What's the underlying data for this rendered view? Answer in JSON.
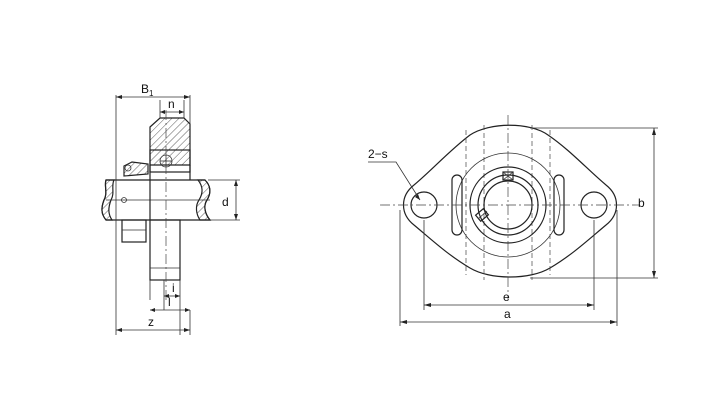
{
  "labels": {
    "b1": "B",
    "b1_sub": "1",
    "n": "n",
    "d": "d",
    "i": "i",
    "l": "l",
    "z": "z",
    "holes": "2−s",
    "e": "e",
    "a": "a",
    "b": "b"
  }
}
